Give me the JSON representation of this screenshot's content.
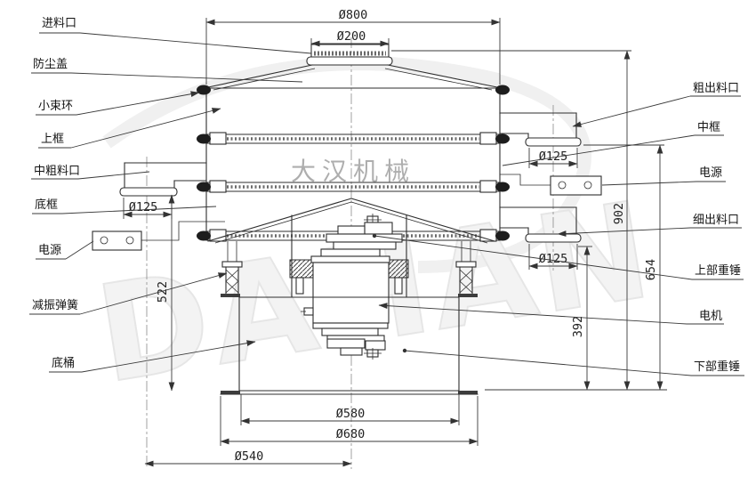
{
  "watermark": {
    "brand_cn": "大汉机械",
    "brand_en": "DAHAN"
  },
  "labels": {
    "left": [
      {
        "id": "inlet",
        "text": "进料口"
      },
      {
        "id": "dust-cover",
        "text": "防尘盖"
      },
      {
        "id": "small-clamp-ring",
        "text": "小束环"
      },
      {
        "id": "upper-frame",
        "text": "上框"
      },
      {
        "id": "mid-coarse-outlet",
        "text": "中粗料口"
      },
      {
        "id": "bottom-frame",
        "text": "底框"
      },
      {
        "id": "power-left",
        "text": "电源"
      },
      {
        "id": "damping-spring",
        "text": "减振弹簧"
      },
      {
        "id": "bottom-barrel",
        "text": "底桶"
      }
    ],
    "right": [
      {
        "id": "coarse-outlet",
        "text": "粗出料口"
      },
      {
        "id": "middle-frame",
        "text": "中框"
      },
      {
        "id": "power-right",
        "text": "电源"
      },
      {
        "id": "fine-outlet",
        "text": "细出料口"
      },
      {
        "id": "upper-weight",
        "text": "上部重锤"
      },
      {
        "id": "motor",
        "text": "电机"
      },
      {
        "id": "lower-weight",
        "text": "下部重锤"
      }
    ]
  },
  "dimensions": {
    "top_diameter": "Ø800",
    "inlet_diameter": "Ø200",
    "left_outlet_diameter": "Ø125",
    "right_upper_outlet_diameter": "Ø125",
    "right_lower_outlet_diameter": "Ø125",
    "total_height": "902",
    "height_to_mid_screen": "654",
    "height_lower": "392",
    "height_left": "522",
    "base_diameter_inner": "Ø580",
    "base_diameter_outer": "Ø680",
    "outlet_offset": "Ø540"
  }
}
